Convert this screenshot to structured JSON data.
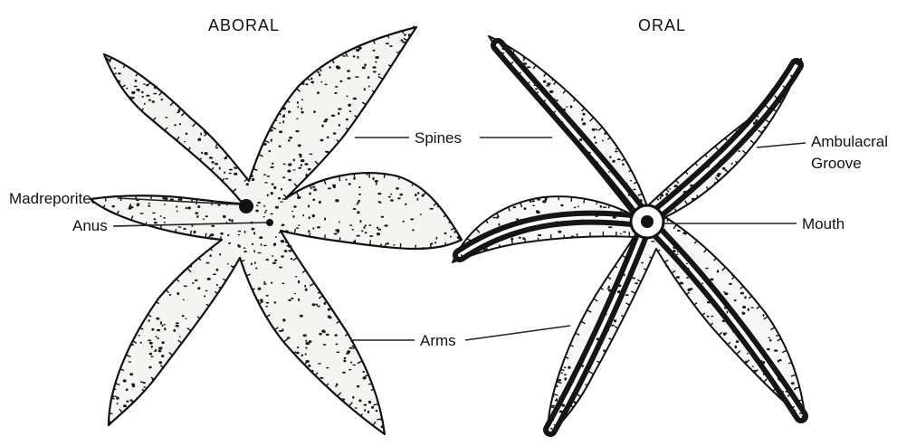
{
  "diagram": {
    "views": {
      "aboral": "ABORAL",
      "oral": "ORAL"
    },
    "labels": {
      "spines": "Spines",
      "madreporite": "Madreporite",
      "anus": "Anus",
      "arms": "Arms",
      "ambulacral_line1": "Ambulacral",
      "ambulacral_line2": "Groove",
      "mouth": "Mouth"
    },
    "colors": {
      "ink": "#111111",
      "body_fill": "#f4f4f2",
      "background": "#ffffff"
    }
  }
}
